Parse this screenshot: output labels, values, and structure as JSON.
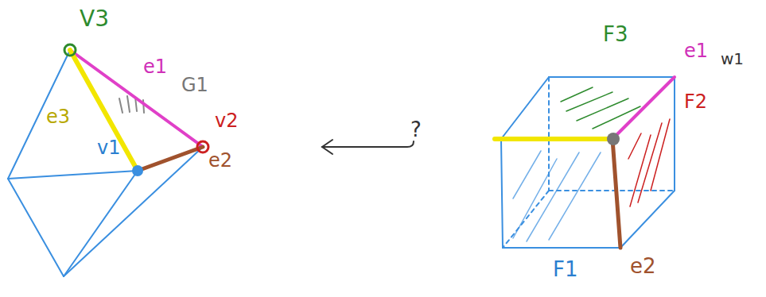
{
  "diagram": {
    "labels": [
      "V3",
      "e1",
      "G1",
      "v2",
      "e3",
      "v1",
      "e2",
      "?",
      "F3",
      "e1",
      "w1",
      "F2",
      "F1",
      "e2"
    ]
  }
}
